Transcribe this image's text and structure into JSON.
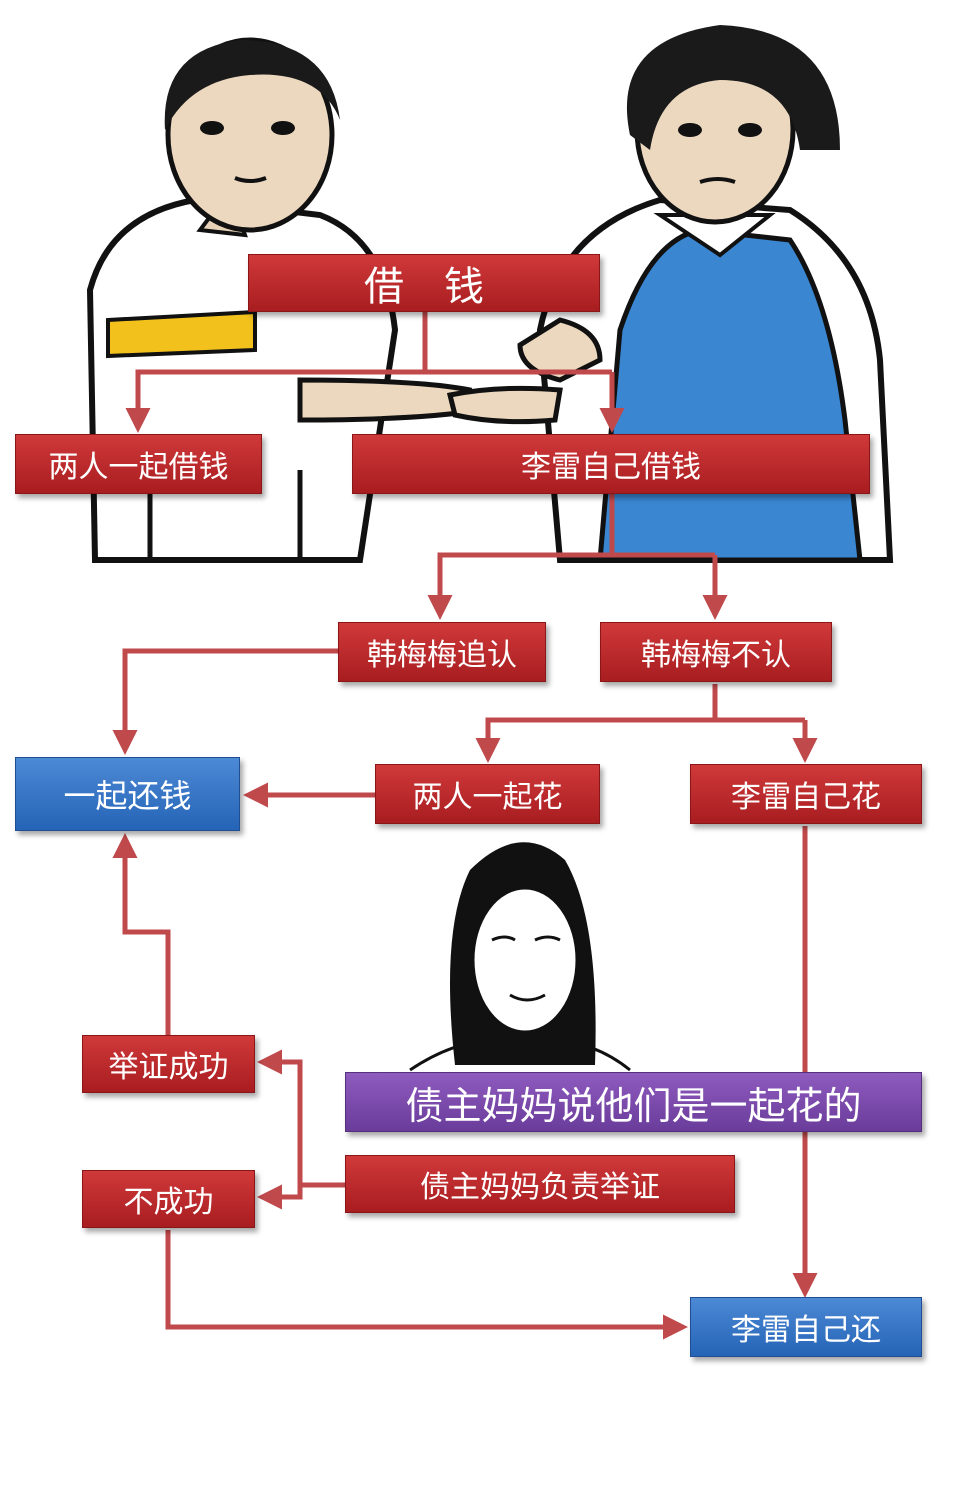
{
  "nodes": {
    "borrow": "借　钱",
    "both_borrow": "两人一起借钱",
    "li_borrow": "李雷自己借钱",
    "han_ratify": "韩梅梅追认",
    "han_deny": "韩梅梅不认",
    "repay_together": "一起还钱",
    "both_spend": "两人一起花",
    "li_spend": "李雷自己花",
    "proof_success": "举证成功",
    "proof_fail": "不成功",
    "creditor_claim": "债主妈妈说他们是一起花的",
    "creditor_burden": "债主妈妈负责举证",
    "li_repay": "李雷自己还"
  },
  "colors": {
    "node_red": "#b8272a",
    "node_blue": "#3472c4",
    "node_purple": "#7a4aab",
    "arrow": "#c0494c",
    "apron_blue": "#3a86d1"
  }
}
